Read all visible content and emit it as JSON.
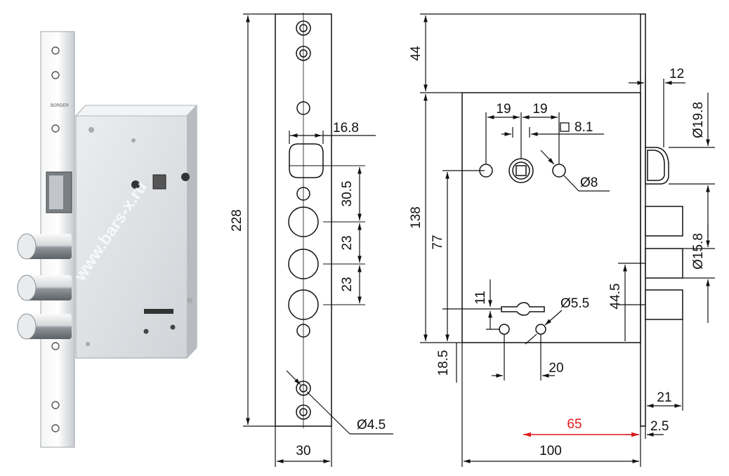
{
  "photo": {
    "brand": "BORDER",
    "watermark": "www.bars-x.ru"
  },
  "dimensions": {
    "height_total": "228",
    "faceplate_width": "30",
    "hole_diameter_small": "Ø4.5",
    "cylinder_width": "16.8",
    "spacing_30_5": "30.5",
    "spacing_23_a": "23",
    "spacing_23_b": "23",
    "top_offset": "44",
    "body_height": "138",
    "backset_77": "77",
    "bottom_offset": "18.5",
    "spacing_19_a": "19",
    "spacing_19_b": "19",
    "spindle_square": "8.1",
    "hole_diameter_8": "Ø8",
    "latch_offset": "12",
    "latch_diameter": "Ø19.8",
    "bolt_diameter": "Ø15.8",
    "bolt_spacing": "44.5",
    "key_offset": "11",
    "key_hole_diameter": "Ø5.5",
    "key_hole_spacing": "20",
    "bolt_projection": "21",
    "plate_thickness": "2.5",
    "backset_red": "65",
    "body_width": "100"
  },
  "colors": {
    "line": "#111111",
    "red_dimension": "#e01b1b",
    "metal_light": "#e8eaec",
    "metal_dark": "#9aa0a6"
  }
}
